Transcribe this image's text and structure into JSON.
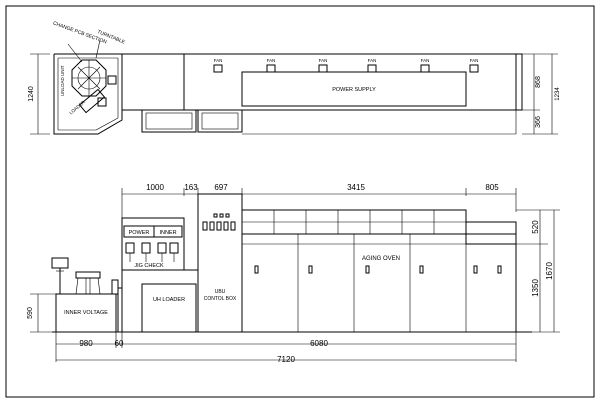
{
  "top_view": {
    "fan_labels": [
      "FAN",
      "FAN",
      "FAN",
      "FAN",
      "FAN",
      "FAN"
    ],
    "power_supply": "POWER SUPPLY",
    "label_change_pcb": "CHANGE PCB SECTION",
    "label_turntable": "TURNTABLE",
    "label_unload_unit": "UNLOAD UNIT",
    "label_loader": "LOADER",
    "dim_left_1240": "1240",
    "dim_right_868": "868",
    "dim_right_366": "366",
    "dim_right_1234": "1234"
  },
  "front_view": {
    "dim_top": [
      "1000",
      "163",
      "697",
      "3415",
      "805"
    ],
    "dim_right_520": "520",
    "dim_right_1670": "1670",
    "dim_right_1350": "1350",
    "dim_left_590": "590",
    "dim_bottom_980": "980",
    "dim_bottom_60": "60",
    "dim_bottom_6080": "6080",
    "dim_total_7120": "7120",
    "power_label": "POWER",
    "inner_label": "INNER",
    "jig_check": "JIG CHECK",
    "uh_loader": "UH LOADER",
    "ubu": "UBU",
    "control_box": "CONTOL BOX",
    "aging_oven": "AGING OVEN",
    "inner_voltage": "INNER VOLTAGE"
  }
}
